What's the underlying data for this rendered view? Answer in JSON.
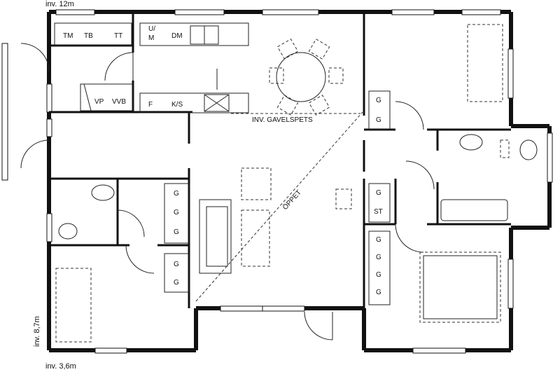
{
  "dimensions": {
    "top_width": "inv. 12m",
    "left_height": "inv. 8,7m",
    "bottom_width": "inv. 3,6m"
  },
  "annotations": {
    "gable_peak": "INV. GAVELSPETS",
    "open_to_ceiling": "ÖPPET"
  },
  "kitchen": {
    "appliances": [
      "TM",
      "TB",
      "TT",
      "U/\nM",
      "DM",
      "VP",
      "VVB",
      "F",
      "K/S"
    ]
  },
  "closets": {
    "upper_right_1": "G",
    "upper_right_2": "G",
    "mid_right_1": "G",
    "mid_right_st": "ST",
    "left_1": "G",
    "left_2": "G",
    "left_3": "G",
    "left_4": "G",
    "left_5": "G",
    "br_1": "G",
    "br_2": "G",
    "br_3": "G",
    "br_4": "G"
  }
}
